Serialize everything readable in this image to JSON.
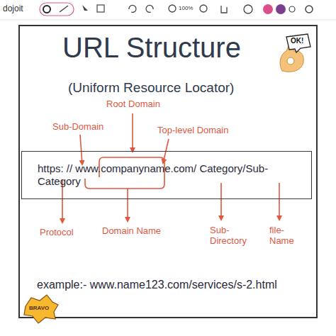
{
  "diagram": {
    "title": "URL Structure",
    "nodes": [
      {
        "text": [
          "https: // www.companyname.com/ Category/Sub-Category"
        ]
      }
    ],
    "labels": [
      "dojoit",
      "100%",
      "OK!",
      "(Uniform Resource Locator)",
      "Root Domain",
      "Sub-Domain",
      "Top-level Domain",
      "Protocol",
      "Domain Name",
      "Sub- Directory",
      "file- Name",
      "example:- www.name123.com/services/s-2.html",
      "BRAVO"
    ]
  }
}
